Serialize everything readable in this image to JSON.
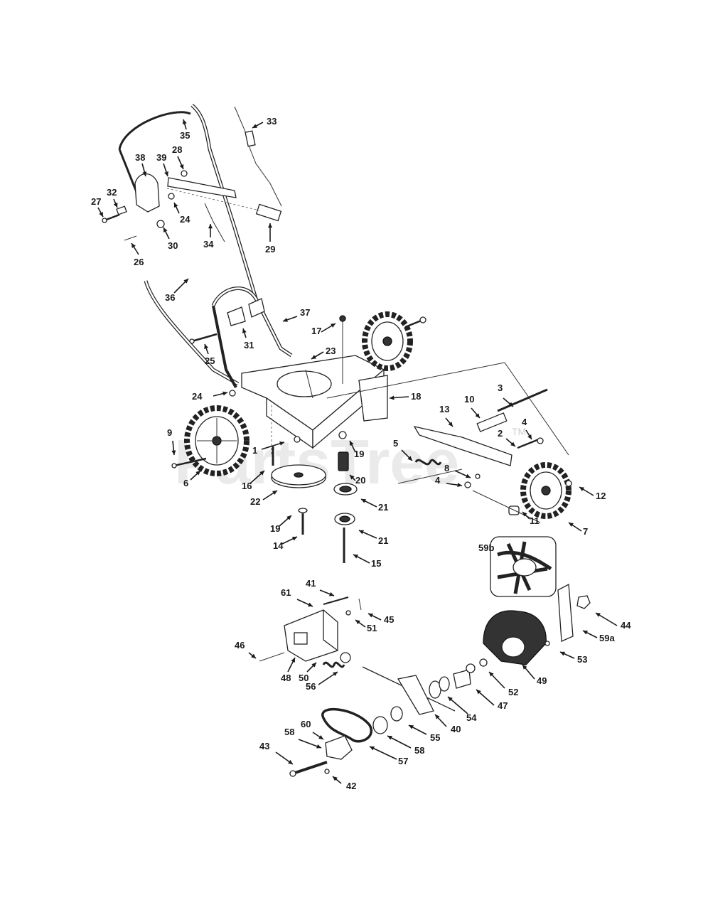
{
  "watermark": {
    "text": "PartsTree",
    "tm": "TM"
  },
  "inset_label": "59b",
  "labels": [
    {
      "id": "33",
      "text": "33"
    },
    {
      "id": "35",
      "text": "35"
    },
    {
      "id": "38",
      "text": "38"
    },
    {
      "id": "39",
      "text": "39"
    },
    {
      "id": "28",
      "text": "28"
    },
    {
      "id": "27",
      "text": "27"
    },
    {
      "id": "32",
      "text": "32"
    },
    {
      "id": "24a",
      "text": "24"
    },
    {
      "id": "34",
      "text": "34"
    },
    {
      "id": "29",
      "text": "29"
    },
    {
      "id": "30",
      "text": "30"
    },
    {
      "id": "26",
      "text": "26"
    },
    {
      "id": "36",
      "text": "36"
    },
    {
      "id": "37",
      "text": "37"
    },
    {
      "id": "17",
      "text": "17"
    },
    {
      "id": "31",
      "text": "31"
    },
    {
      "id": "23",
      "text": "23"
    },
    {
      "id": "25",
      "text": "25"
    },
    {
      "id": "24b",
      "text": "24"
    },
    {
      "id": "18",
      "text": "18"
    },
    {
      "id": "3",
      "text": "3"
    },
    {
      "id": "10",
      "text": "10"
    },
    {
      "id": "13",
      "text": "13"
    },
    {
      "id": "9",
      "text": "9"
    },
    {
      "id": "2",
      "text": "2"
    },
    {
      "id": "4a",
      "text": "4"
    },
    {
      "id": "1",
      "text": "1"
    },
    {
      "id": "19a",
      "text": "19"
    },
    {
      "id": "5",
      "text": "5"
    },
    {
      "id": "8",
      "text": "8"
    },
    {
      "id": "16",
      "text": "16"
    },
    {
      "id": "20",
      "text": "20"
    },
    {
      "id": "4b",
      "text": "4"
    },
    {
      "id": "6",
      "text": "6"
    },
    {
      "id": "12",
      "text": "12"
    },
    {
      "id": "22",
      "text": "22"
    },
    {
      "id": "21a",
      "text": "21"
    },
    {
      "id": "19b",
      "text": "19"
    },
    {
      "id": "11",
      "text": "11"
    },
    {
      "id": "7",
      "text": "7"
    },
    {
      "id": "14",
      "text": "14"
    },
    {
      "id": "21b",
      "text": "21"
    },
    {
      "id": "15",
      "text": "15"
    },
    {
      "id": "41",
      "text": "41"
    },
    {
      "id": "61",
      "text": "61"
    },
    {
      "id": "45",
      "text": "45"
    },
    {
      "id": "51",
      "text": "51"
    },
    {
      "id": "44",
      "text": "44"
    },
    {
      "id": "59a",
      "text": "59a"
    },
    {
      "id": "46",
      "text": "46"
    },
    {
      "id": "53",
      "text": "53"
    },
    {
      "id": "48",
      "text": "48"
    },
    {
      "id": "50",
      "text": "50"
    },
    {
      "id": "56",
      "text": "56"
    },
    {
      "id": "49",
      "text": "49"
    },
    {
      "id": "52",
      "text": "52"
    },
    {
      "id": "47",
      "text": "47"
    },
    {
      "id": "54",
      "text": "54"
    },
    {
      "id": "40",
      "text": "40"
    },
    {
      "id": "55",
      "text": "55"
    },
    {
      "id": "60",
      "text": "60"
    },
    {
      "id": "58a",
      "text": "58"
    },
    {
      "id": "58b",
      "text": "58"
    },
    {
      "id": "43",
      "text": "43"
    },
    {
      "id": "57",
      "text": "57"
    },
    {
      "id": "42",
      "text": "42"
    }
  ]
}
